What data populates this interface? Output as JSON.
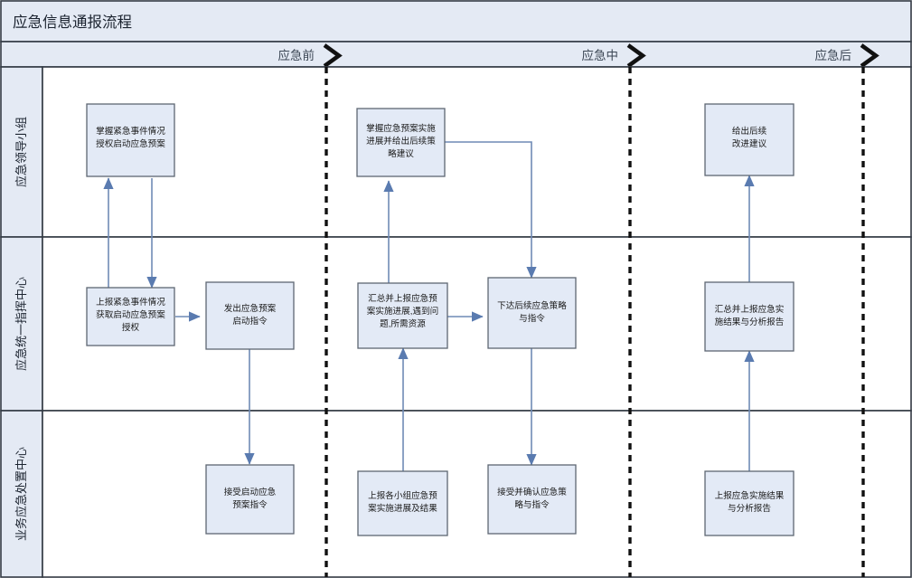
{
  "title": "应急信息通报流程",
  "phases": [
    {
      "id": "pre",
      "label": "应急前"
    },
    {
      "id": "during",
      "label": "应急中"
    },
    {
      "id": "post",
      "label": "应急后"
    }
  ],
  "lanes": [
    {
      "id": "leader",
      "label": "应急领导小组"
    },
    {
      "id": "command",
      "label": "应急统一指挥中心"
    },
    {
      "id": "ops",
      "label": "业务应急处置中心"
    }
  ],
  "nodes": [
    {
      "id": "n1",
      "lane": "leader",
      "phase": "pre",
      "lines": [
        "掌握紧急事件情况",
        "授权启动应急预案"
      ]
    },
    {
      "id": "n2",
      "lane": "leader",
      "phase": "during",
      "lines": [
        "掌握应急预案实施",
        "进展并给出后续策",
        "略建议"
      ]
    },
    {
      "id": "n3",
      "lane": "leader",
      "phase": "post",
      "lines": [
        "给出后续",
        "改进建议"
      ]
    },
    {
      "id": "n4",
      "lane": "command",
      "phase": "pre",
      "lines": [
        "上报紧急事件情况",
        "获取启动应急预案",
        "授权"
      ]
    },
    {
      "id": "n5",
      "lane": "command",
      "phase": "pre",
      "lines": [
        "发出应急预案",
        "启动指令"
      ]
    },
    {
      "id": "n6",
      "lane": "command",
      "phase": "during",
      "lines": [
        "汇总并上报应急预",
        "案实施进展,遇到问",
        "题,所需资源"
      ]
    },
    {
      "id": "n7",
      "lane": "command",
      "phase": "during",
      "lines": [
        "下达后续应急策略",
        "与指令"
      ]
    },
    {
      "id": "n8",
      "lane": "command",
      "phase": "post",
      "lines": [
        "汇总并上报应急实",
        "施结果与分析报告"
      ]
    },
    {
      "id": "n9",
      "lane": "ops",
      "phase": "pre",
      "lines": [
        "接受启动应急",
        "预案指令"
      ]
    },
    {
      "id": "n10",
      "lane": "ops",
      "phase": "during",
      "lines": [
        "上报各小组应急预",
        "案实施进展及结果"
      ]
    },
    {
      "id": "n11",
      "lane": "ops",
      "phase": "during",
      "lines": [
        "接受并确认应急策",
        "略与指令"
      ]
    },
    {
      "id": "n12",
      "lane": "ops",
      "phase": "post",
      "lines": [
        "上报应急实施结果",
        "与分析报告"
      ]
    }
  ],
  "connectors": [
    {
      "id": "c1",
      "from": "n4",
      "to": "n1",
      "kind": "vertical-up"
    },
    {
      "id": "c2",
      "from": "n1",
      "to": "n4",
      "kind": "vertical-down"
    },
    {
      "id": "c3",
      "from": "n4",
      "to": "n5",
      "kind": "horizontal-right"
    },
    {
      "id": "c4",
      "from": "n5",
      "to": "n9",
      "kind": "vertical-down"
    },
    {
      "id": "c5",
      "from": "n10",
      "to": "n6",
      "kind": "vertical-up"
    },
    {
      "id": "c6",
      "from": "n6",
      "to": "n2",
      "kind": "vertical-up"
    },
    {
      "id": "c7",
      "from": "n6",
      "to": "n7",
      "kind": "horizontal-right"
    },
    {
      "id": "c8",
      "from": "n2",
      "to": "n7",
      "kind": "elbow-right-down"
    },
    {
      "id": "c9",
      "from": "n7",
      "to": "n11",
      "kind": "vertical-down"
    },
    {
      "id": "c10",
      "from": "n12",
      "to": "n8",
      "kind": "vertical-up"
    },
    {
      "id": "c11",
      "from": "n8",
      "to": "n3",
      "kind": "vertical-up"
    }
  ],
  "colors": {
    "header_fill": "#e4eaf4",
    "node_fill": "#e3eaf6",
    "node_stroke": "#5d6672",
    "connector": "#6f8ab5",
    "divider": "#1a1a1a",
    "frame": "#333a44"
  }
}
